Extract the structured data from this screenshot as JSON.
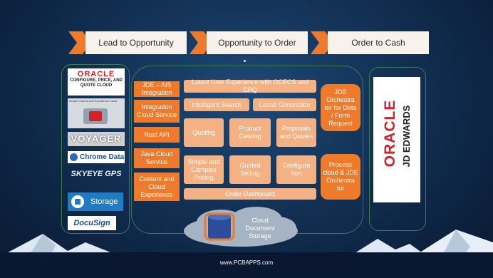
{
  "chevrons": {
    "lead": "Lead to Opportunity",
    "opportunity": "Opportunity to Order",
    "order": "Order to Cash"
  },
  "logos": {
    "oracle_cpq_brand": "ORACLE",
    "oracle_cpq_sub": "CONFIGURE, PRICE, AND QUOTE CLOUD",
    "oracle_content": "Oracle Content and Experience Cloud",
    "voyager": "VOYAGER",
    "chrome_data": "Chrome Data",
    "skyeye": "SKYEYE GPS",
    "storage": "Storage",
    "docusign": "DocuSign",
    "jde_oracle": "ORACLE",
    "jde_name": "JD EDWARDS"
  },
  "left_column": [
    "JDE – AIS Integration",
    "Integration Cloud Service",
    "Rest API",
    "Java Cloud Service",
    "Content and Cloud Experience"
  ],
  "top_bar": "Latest User Experience with OCECS and CPQ",
  "row2": {
    "search": "Intelligent Search",
    "lease": "Lease Generation"
  },
  "row3": [
    "Quoting",
    "Product Catalog",
    "Proposals and Quotes"
  ],
  "row4": [
    "Simple and Complex Pricing",
    "Guided Selling",
    "Configura tion"
  ],
  "order_dashboard": "Order Dashboard",
  "orchestrator_top": "JDE Orchestra tor for Data / Form Request",
  "orchestrator_bottom": "Process cloud & JDE Orchestra tor",
  "cloud_storage": "Cloud Document Storage",
  "footer": "www.PCBAPPS.com",
  "colors": {
    "orange": "#ee7a2c",
    "peach": "#f4b183",
    "background": "#143458",
    "chevron": "#f8f2ec"
  }
}
